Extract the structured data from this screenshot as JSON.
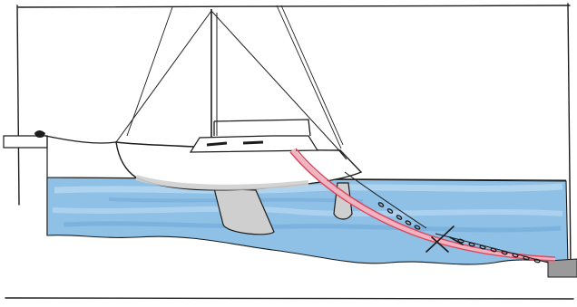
{
  "illustration": {
    "subject": "sailboat-moored-with-anchor-chain-and-shore-line",
    "labels": []
  },
  "colors": {
    "paper": "#ffffff",
    "ink": "#1c1c1c",
    "water": "#8fc0e6",
    "water_light": "#b7d8f1",
    "water_dark": "#6fa8d8",
    "hull_shadow": "#cfcfcf",
    "dock": "#9a9a9a",
    "rope_red": "#d9475f",
    "rope_pink": "#f2b3c0"
  },
  "icons": [
    "sailboat",
    "mast",
    "keel",
    "rudder",
    "anchor",
    "chain",
    "mooring-line",
    "dock",
    "bow-line",
    "mooring-block"
  ]
}
